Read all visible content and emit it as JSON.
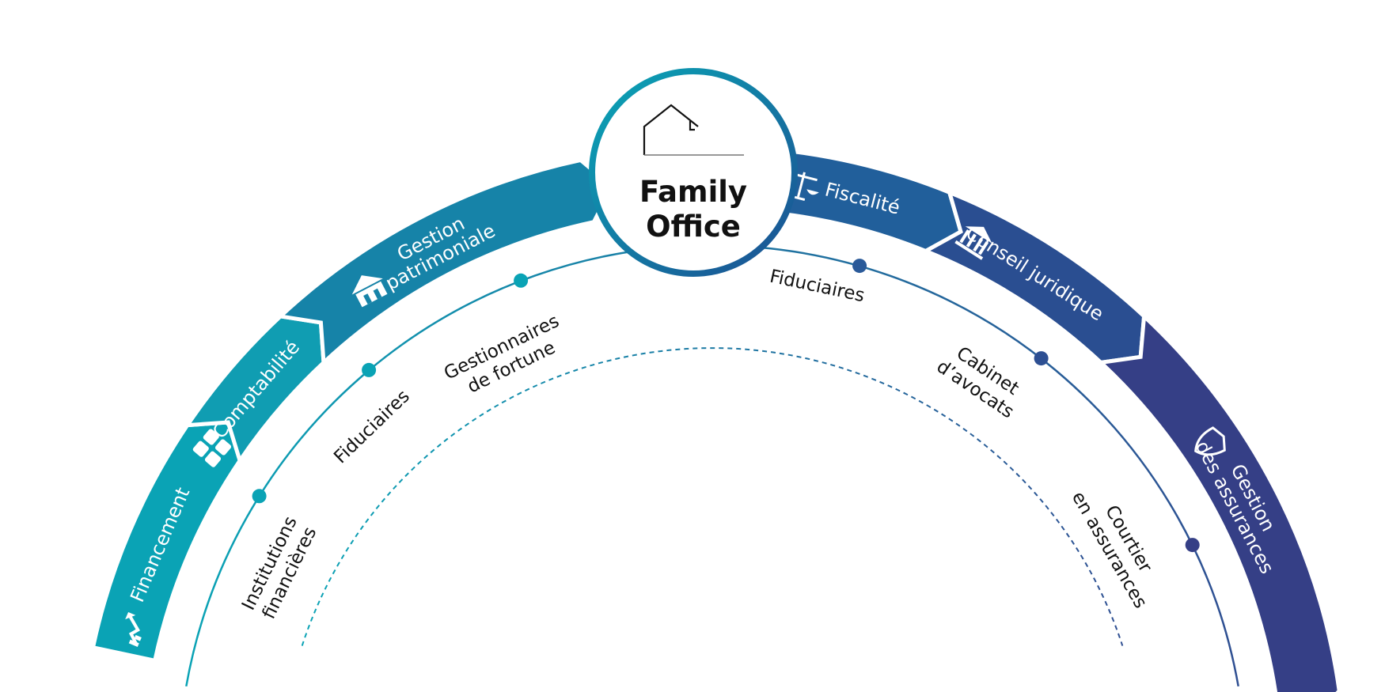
{
  "center": {
    "line1": "Family",
    "line2": "Office",
    "icon": "house-icon"
  },
  "segments": [
    {
      "id": "financement",
      "lines": [
        "Financement"
      ],
      "icon": "growth-arrow-icon",
      "color": "#0aa3b5"
    },
    {
      "id": "comptabilite",
      "lines": [
        "Comptabilité"
      ],
      "icon": "calculator-icon",
      "color": "#109db2"
    },
    {
      "id": "gestion-patrimoniale",
      "lines": [
        "Gestion",
        "patrimoniale"
      ],
      "icon": "bank-building-icon",
      "color": "#1683a8"
    },
    {
      "id": "fiscalite",
      "lines": [
        "Fiscalité"
      ],
      "icon": "scales-icon",
      "color": "#215f9b"
    },
    {
      "id": "conseil-juridique",
      "lines": [
        "Conseil juridique"
      ],
      "icon": "courthouse-icon",
      "color": "#2a4e91"
    },
    {
      "id": "gestion-assurances",
      "lines": [
        "Gestion",
        "des assurances"
      ],
      "icon": "shield-icon",
      "color": "#353f86"
    }
  ],
  "partners": [
    {
      "id": "institutions-financieres",
      "lines": [
        "Institutions",
        "financières"
      ]
    },
    {
      "id": "fiduciaires-left",
      "lines": [
        "Fiduciaires"
      ]
    },
    {
      "id": "gestionnaires-fortune",
      "lines": [
        "Gestionnaires",
        "de fortune"
      ]
    },
    {
      "id": "fiduciaires-right",
      "lines": [
        "Fiduciaires"
      ]
    },
    {
      "id": "cabinet-avocats",
      "lines": [
        "Cabinet",
        "d’avocats"
      ]
    },
    {
      "id": "courtier-assurances",
      "lines": [
        "Courtier",
        "en assurances"
      ]
    }
  ],
  "colors": {
    "teal": "#0aa3b5",
    "navy": "#3a3f86",
    "gradient_mid": "#1a76a3"
  }
}
